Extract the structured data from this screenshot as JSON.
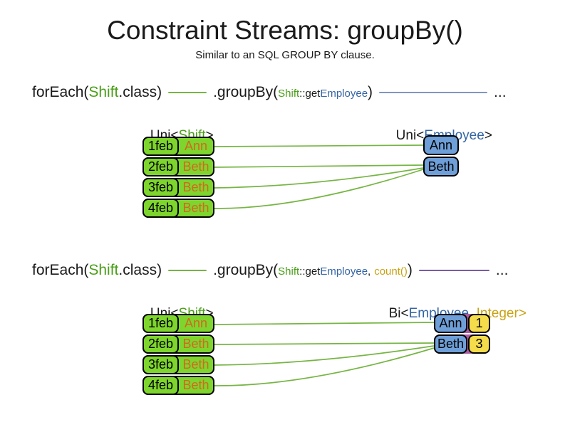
{
  "title": "Constraint Streams: groupBy()",
  "subtitle": "Similar to an SQL GROUP BY clause.",
  "colors": {
    "green_box": "#7ed52d",
    "green_text": "#4a9e18",
    "green_line": "#76b544",
    "orange_text": "#d2691e",
    "blue_box": "#6f9fd8",
    "blue_text": "#3465a4",
    "blue_line": "#8096c0",
    "gold_text": "#c9a213",
    "yellow_box": "#f5dc4b",
    "purple_line": "#7a5ba5",
    "purple_pair_border": "#a85ca0"
  },
  "d1": {
    "code": {
      "p1": "forEach(",
      "p2": "Shift",
      "p3": ".class)",
      "p4": ".groupBy(",
      "p5": "Shift",
      "p6": "::get",
      "p7": "Employee",
      "p8": ")",
      "p9": "..."
    },
    "left_label": {
      "p1": "Uni<",
      "p2": "Shift",
      "p3": ">"
    },
    "right_label": {
      "p1": "Uni<",
      "p2": "Employee",
      "p3": ">"
    },
    "rows": [
      {
        "date": "1feb",
        "name": "Ann"
      },
      {
        "date": "2feb",
        "name": "Beth"
      },
      {
        "date": "3feb",
        "name": "Beth"
      },
      {
        "date": "4feb",
        "name": "Beth"
      }
    ],
    "groups": [
      {
        "name": "Ann"
      },
      {
        "name": "Beth"
      }
    ]
  },
  "d2": {
    "code": {
      "p1": "forEach(",
      "p2": "Shift",
      "p3": ".class)",
      "p4": ".groupBy(",
      "p5": "Shift",
      "p6": "::get",
      "p7": "Employee",
      "p8": ",",
      "p9": "count()",
      "p10": ")",
      "p11": "..."
    },
    "left_label": {
      "p1": "Uni<",
      "p2": "Shift",
      "p3": ">"
    },
    "right_label": {
      "p1": "Bi<",
      "p2": "Employee",
      "p3": ", ",
      "p4": "Integer",
      "p5": ">"
    },
    "rows": [
      {
        "date": "1feb",
        "name": "Ann"
      },
      {
        "date": "2feb",
        "name": "Beth"
      },
      {
        "date": "3feb",
        "name": "Beth"
      },
      {
        "date": "4feb",
        "name": "Beth"
      }
    ],
    "groups": [
      {
        "name": "Ann",
        "count": "1"
      },
      {
        "name": "Beth",
        "count": "3"
      }
    ]
  }
}
